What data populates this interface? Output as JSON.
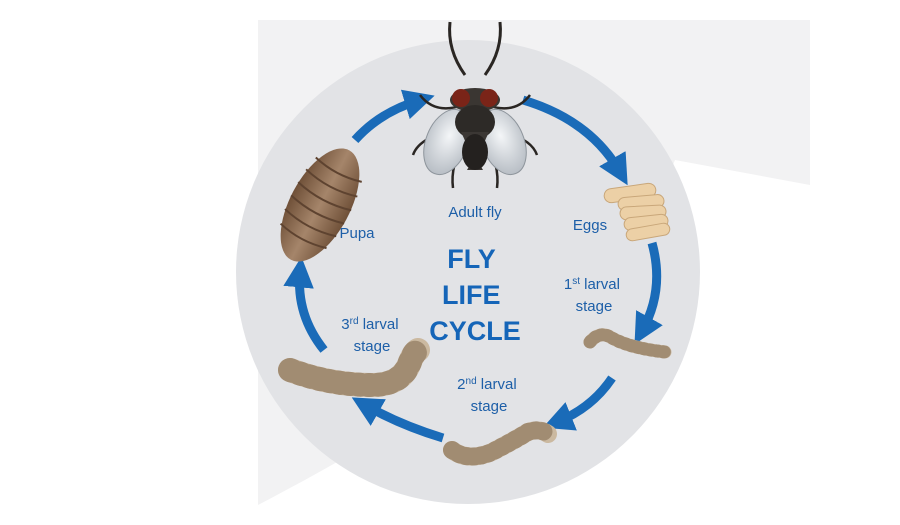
{
  "title_lines": [
    "FLY",
    "LIFE",
    "CYCLE"
  ],
  "stages": {
    "adult": {
      "label": "Adult fly"
    },
    "eggs": {
      "label": "Eggs"
    },
    "larva1": {
      "num": "1",
      "suffix": "st",
      "line1_rest": " larval",
      "line2": "stage"
    },
    "larva2": {
      "num": "2",
      "suffix": "nd",
      "line1_rest": " larval",
      "line2": "stage"
    },
    "larva3": {
      "num": "3",
      "suffix": "rd",
      "line1_rest": " larval",
      "line2": "stage"
    },
    "pupa": {
      "label": "Pupa"
    }
  },
  "colors": {
    "circle_fill": "#e2e3e6",
    "backdrop": "#f2f2f3",
    "arrow": "#1a6bb8",
    "label_text": "#1d5fa8",
    "larva": "#cbb9a0",
    "pupa": "#8c6a4f",
    "egg": "#ecd0a6"
  },
  "icons": [
    "housefly-icon",
    "egg-cluster-icon",
    "larva-icon",
    "pupa-icon",
    "cycle-arrow-icon"
  ]
}
